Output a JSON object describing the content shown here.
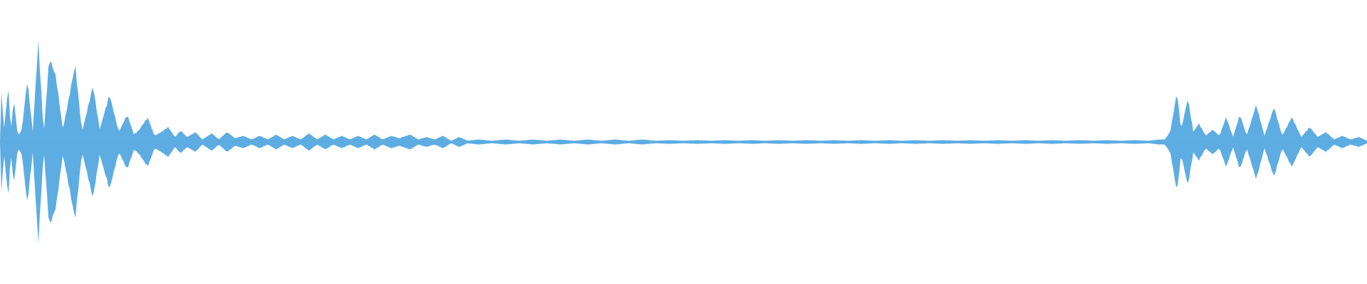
{
  "waveform": {
    "color": "#5dade2",
    "background": "#ffffff",
    "peak_envelope": [
      [
        0.0,
        0.0
      ],
      [
        0.001,
        0.4
      ],
      [
        0.003,
        0.1
      ],
      [
        0.006,
        0.45
      ],
      [
        0.008,
        0.08
      ],
      [
        0.01,
        0.35
      ],
      [
        0.013,
        0.05
      ],
      [
        0.016,
        0.1
      ],
      [
        0.02,
        0.5
      ],
      [
        0.024,
        0.08
      ],
      [
        0.028,
        0.82
      ],
      [
        0.032,
        0.06
      ],
      [
        0.036,
        0.68
      ],
      [
        0.041,
        0.52
      ],
      [
        0.046,
        0.1
      ],
      [
        0.055,
        0.62
      ],
      [
        0.06,
        0.08
      ],
      [
        0.068,
        0.45
      ],
      [
        0.073,
        0.1
      ],
      [
        0.08,
        0.38
      ],
      [
        0.087,
        0.08
      ],
      [
        0.093,
        0.22
      ],
      [
        0.098,
        0.06
      ],
      [
        0.102,
        0.1
      ],
      [
        0.108,
        0.2
      ],
      [
        0.113,
        0.05
      ],
      [
        0.118,
        0.08
      ],
      [
        0.123,
        0.12
      ],
      [
        0.128,
        0.04
      ],
      [
        0.132,
        0.09
      ],
      [
        0.137,
        0.04
      ],
      [
        0.143,
        0.08
      ],
      [
        0.148,
        0.02
      ],
      [
        0.155,
        0.07
      ],
      [
        0.16,
        0.02
      ],
      [
        0.166,
        0.08
      ],
      [
        0.172,
        0.03
      ],
      [
        0.178,
        0.05
      ],
      [
        0.184,
        0.02
      ],
      [
        0.19,
        0.05
      ],
      [
        0.196,
        0.02
      ],
      [
        0.202,
        0.06
      ],
      [
        0.208,
        0.02
      ],
      [
        0.214,
        0.05
      ],
      [
        0.22,
        0.02
      ],
      [
        0.226,
        0.07
      ],
      [
        0.232,
        0.02
      ],
      [
        0.238,
        0.06
      ],
      [
        0.244,
        0.02
      ],
      [
        0.25,
        0.05
      ],
      [
        0.256,
        0.02
      ],
      [
        0.262,
        0.05
      ],
      [
        0.268,
        0.02
      ],
      [
        0.274,
        0.06
      ],
      [
        0.28,
        0.02
      ],
      [
        0.286,
        0.05
      ],
      [
        0.292,
        0.03
      ],
      [
        0.3,
        0.06
      ],
      [
        0.306,
        0.02
      ],
      [
        0.312,
        0.04
      ],
      [
        0.318,
        0.02
      ],
      [
        0.324,
        0.05
      ],
      [
        0.33,
        0.01
      ],
      [
        0.336,
        0.04
      ],
      [
        0.342,
        0.01
      ],
      [
        0.35,
        0.02
      ],
      [
        0.36,
        0.01
      ],
      [
        0.37,
        0.02
      ],
      [
        0.38,
        0.01
      ],
      [
        0.39,
        0.02
      ],
      [
        0.4,
        0.01
      ],
      [
        0.41,
        0.02
      ],
      [
        0.42,
        0.01
      ],
      [
        0.43,
        0.02
      ],
      [
        0.44,
        0.01
      ],
      [
        0.45,
        0.02
      ],
      [
        0.46,
        0.01
      ],
      [
        0.47,
        0.02
      ],
      [
        0.48,
        0.01
      ],
      [
        0.49,
        0.015
      ],
      [
        0.5,
        0.01
      ],
      [
        0.51,
        0.015
      ],
      [
        0.52,
        0.01
      ],
      [
        0.53,
        0.015
      ],
      [
        0.54,
        0.01
      ],
      [
        0.55,
        0.015
      ],
      [
        0.56,
        0.01
      ],
      [
        0.57,
        0.015
      ],
      [
        0.58,
        0.01
      ],
      [
        0.59,
        0.015
      ],
      [
        0.6,
        0.01
      ],
      [
        0.61,
        0.015
      ],
      [
        0.62,
        0.01
      ],
      [
        0.63,
        0.015
      ],
      [
        0.64,
        0.01
      ],
      [
        0.65,
        0.015
      ],
      [
        0.66,
        0.01
      ],
      [
        0.67,
        0.015
      ],
      [
        0.68,
        0.01
      ],
      [
        0.69,
        0.015
      ],
      [
        0.7,
        0.01
      ],
      [
        0.71,
        0.015
      ],
      [
        0.72,
        0.01
      ],
      [
        0.73,
        0.015
      ],
      [
        0.74,
        0.01
      ],
      [
        0.75,
        0.015
      ],
      [
        0.76,
        0.01
      ],
      [
        0.77,
        0.015
      ],
      [
        0.78,
        0.01
      ],
      [
        0.79,
        0.015
      ],
      [
        0.8,
        0.01
      ],
      [
        0.81,
        0.015
      ],
      [
        0.82,
        0.01
      ],
      [
        0.83,
        0.015
      ],
      [
        0.84,
        0.01
      ],
      [
        0.848,
        0.02
      ],
      [
        0.852,
        0.02
      ],
      [
        0.856,
        0.08
      ],
      [
        0.861,
        0.4
      ],
      [
        0.864,
        0.1
      ],
      [
        0.869,
        0.35
      ],
      [
        0.873,
        0.08
      ],
      [
        0.877,
        0.15
      ],
      [
        0.882,
        0.05
      ],
      [
        0.887,
        0.1
      ],
      [
        0.892,
        0.05
      ],
      [
        0.897,
        0.2
      ],
      [
        0.902,
        0.04
      ],
      [
        0.907,
        0.22
      ],
      [
        0.912,
        0.05
      ],
      [
        0.919,
        0.3
      ],
      [
        0.925,
        0.05
      ],
      [
        0.932,
        0.28
      ],
      [
        0.938,
        0.05
      ],
      [
        0.945,
        0.2
      ],
      [
        0.952,
        0.04
      ],
      [
        0.958,
        0.12
      ],
      [
        0.964,
        0.04
      ],
      [
        0.97,
        0.08
      ],
      [
        0.976,
        0.02
      ],
      [
        0.982,
        0.05
      ],
      [
        0.988,
        0.02
      ],
      [
        0.994,
        0.04
      ],
      [
        1.0,
        0.01
      ]
    ]
  }
}
